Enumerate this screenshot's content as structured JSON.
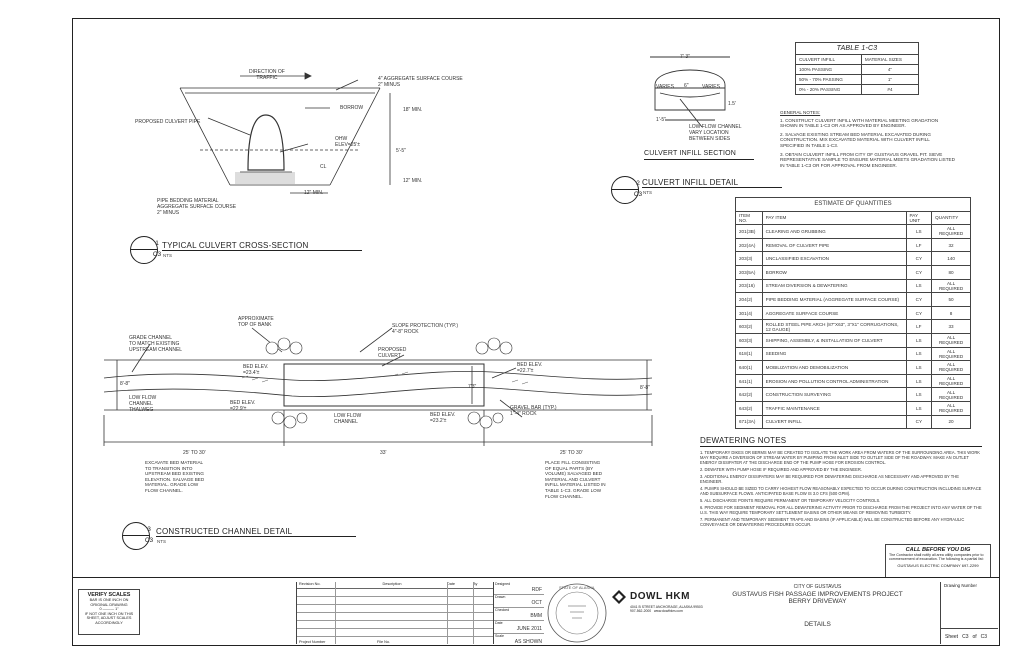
{
  "detail1": {
    "num": "1",
    "sheet": "C3",
    "title": "TYPICAL CULVERT CROSS-SECTION",
    "scale": "NTS",
    "labels": {
      "direction": "DIRECTION OF\nTRAFFIC",
      "aggregate": "4\" AGGREGATE SURFACE COURSE\n2\" MINUS",
      "borrow": "BORROW",
      "pipe": "PROPOSED CULVERT PIPE",
      "min18": "18\" MIN.",
      "dim55": "5'-5\"",
      "ohw": "OHW\nELEV=25'±",
      "cl": "CL",
      "min12": "12\" MIN.",
      "min12b": "12\" MIN.",
      "bedding": "PIPE BEDDING MATERIAL\nAGGREGATE SURFACE COURSE\n2\" MINUS"
    }
  },
  "detail2": {
    "num": "2",
    "sheet": "C3",
    "title": "CULVERT INFILL DETAIL",
    "scale": "NTS",
    "subtitle": "CULVERT INFILL SECTION",
    "labels": {
      "top": "7'-3\"",
      "varies1": "VARIES",
      "varies2": "VARIES",
      "mid": "6\"",
      "r": "1.5'",
      "bottom": "1'-5\"",
      "lowflow": "LOW FLOW CHANNEL\nVARY LOCATION\nBETWEEN SIDES"
    }
  },
  "table13": {
    "title": "TABLE 1-C3",
    "headers": [
      "CULVERT INFILL",
      "MATERIAL SIZES"
    ],
    "rows": [
      [
        "100% PASSING",
        "4\""
      ],
      [
        "50% - 70% PASSING",
        "1\""
      ],
      [
        "0% - 20% PASSING",
        "#4"
      ]
    ]
  },
  "general_notes": {
    "title": "GENERAL NOTES:",
    "items": [
      "1. CONSTRUCT CULVERT INFILL WITH MATERIAL MEETING GRADATION SHOWN IN TABLE 1-C3 OR AS APPROVED BY ENGINEER.",
      "2. SALVAGE EXISTING STREAM BED MATERIAL EXCAVATED DURING CONSTRUCTION. MIX EXCAVATED MATERIAL WITH CULVERT INFILL SPECIFIED IN TABLE 1-C3.",
      "3. OBTAIN CULVERT INFILL FROM CITY OF GUSTAVUS GRAVEL PIT. SIEVE REPRESENTATIVE SAMPLE TO ENSURE MATERIAL MEETS GRADATION LISTED IN TABLE 1-C3 OR FOR APPROVAL FROM ENGINEER."
    ]
  },
  "quantities": {
    "title": "ESTIMATE OF QUANTITIES",
    "headers": [
      "ITEM NO.",
      "PAY ITEM",
      "PAY UNIT",
      "QUANTITY"
    ],
    "rows": [
      [
        "201(3B)",
        "CLEARING AND GRUBBING",
        "LS",
        "ALL REQUIRED"
      ],
      [
        "202(4A)",
        "REMOVAL OF CULVERT PIPE",
        "LF",
        "32"
      ],
      [
        "203(3)",
        "UNCLASSIFIED EXCAVATION",
        "CY",
        "140"
      ],
      [
        "203(5A)",
        "BORROW",
        "CY",
        "80"
      ],
      [
        "203(16)",
        "STREAM DIVERSION & DEWATERING",
        "LS",
        "ALL REQUIRED"
      ],
      [
        "204(2)",
        "PIPE BEDDING MATERIAL (AGGREGATE SURFACE COURSE)",
        "CY",
        "50"
      ],
      [
        "301(4)",
        "AGGREGATE SURFACE COURSE",
        "CY",
        "8"
      ],
      [
        "603(2)",
        "ROLLED STEEL PIPE ARCH (87\"X63\", 3\"X1\" CORRUGATIONS, 12 GAUGE)",
        "LF",
        "33"
      ],
      [
        "603(3)",
        "SHIPPING, ASSEMBLY, & INSTALLATION OF CULVERT",
        "LS",
        "ALL REQUIRED"
      ],
      [
        "618(1)",
        "SEEDING",
        "LS",
        "ALL REQUIRED"
      ],
      [
        "640(1)",
        "MOBILIZATION AND DEMOBILIZATION",
        "LS",
        "ALL REQUIRED"
      ],
      [
        "641(1)",
        "EROSION AND POLLUTION CONTROL ADMINISTRATION",
        "LS",
        "ALL REQUIRED"
      ],
      [
        "642(2)",
        "CONSTRUCTION SURVEYING",
        "LS",
        "ALL REQUIRED"
      ],
      [
        "643(2)",
        "TRAFFIC MAINTENANCE",
        "LS",
        "ALL REQUIRED"
      ],
      [
        "671(3A)",
        "CULVERT INFILL",
        "CY",
        "20"
      ]
    ]
  },
  "dewatering": {
    "title": "DEWATERING NOTES",
    "items": [
      "1. TEMPORARY DIKES OR BERMS MAY BE CREATED TO ISOLATE THE WORK AREA FROM WATERS OF THE SURROUNDING AREA. THIS WORK MAY REQUIRE A DIVERSION OF STREAM WATER BY PUMPING FROM INLET SIDE TO OUTLET SIDE OF THE ROADWAY. MAKE AN OUTLET ENERGY DISSIPATER AT THE DISCHARGE END OF THE PUMP HOSE FOR EROSION CONTROL.",
      "2. DEWATER WITH PUMP HOSE IF REQUIRED AND APPROVED BY THE ENGINEER.",
      "3. ADDITIONAL ENERGY DISSIPATERS MAY BE REQUIRED FOR DEWATERING DISCHARGE AS NECESSARY AND APPROVED BY THE ENGINEER.",
      "4. PUMPS SHOULD BE SIZED TO CARRY HIGHEST FLOW REASONABLY EXPECTED TO OCCUR DURING CONSTRUCTION INCLUDING SURFACE AND SUBSURFACE FLOWS. ANTICIPATED BASE FLOW IS 3.0 CFS (500 GPM).",
      "5. ALL DISCHARGE POINTS REQUIRE PERMANENT OR TEMPORARY VELOCITY CONTROLS.",
      "6. PROVIDE FOR SEDIMENT REMOVAL FOR ALL DEWATERING ACTIVITY PRIOR TO DISCHARGE FROM THE PROJECT INTO ANY WATER OF THE U.S. THIS WAY REQUIRE TEMPORARY SETTLEMENT BASINS OR OTHER MEANS OF REMOVING TURBIDITY.",
      "7. PERMANENT AND TEMPORARY SEDIMENT TRAPS AND BASINS (IF APPLICABLE) WILL BE CONSTRUCTED BEFORE ANY HYDRAULIC CONVEYANCE OR DEWATERING PROCEDURES OCCUR."
    ]
  },
  "call_box": {
    "title": "CALL BEFORE YOU DIG",
    "text": "The Contractor shall notify all area utility companies prior to commencement of excavation. The following is a partial list:",
    "company": "GUSTAVUS ELECTRIC COMPANY 697-2299"
  },
  "detail3": {
    "num": "3",
    "sheet": "C3",
    "title": "CONSTRUCTED CHANNEL DETAIL",
    "scale": "NTS",
    "labels": {
      "grade": "GRADE CHANNEL\nTO MATCH EXISTING\nUPSTREAM CHANNEL",
      "topbank": "APPROXIMATE\nTOP OF BANK",
      "slope": "SLOPE PROTECTION (TYP.)\n4\"-8\" ROCK",
      "proposed": "PROPOSED\nCULVERT",
      "bed1": "BED ELEV.\n=23.4'±",
      "bed2": "BED ELEV.\n=22.9'±",
      "bed3": "BED ELEV.\n=22.7'±",
      "bed4": "BED ELEV.\n=23.2'±",
      "w8a": "8'-8\"",
      "w8b": "8'-8\"",
      "w73": "7'3\"",
      "lowflow": "LOW FLOW\nCHANNEL\nTHALWEG",
      "lowflow2": "LOW FLOW\nCHANNEL",
      "gravel": "GRAVEL BAR (TYP.)\n1\"-4\" ROCK",
      "d1": "25' TO 30'",
      "d2": "33'",
      "d3": "25' TO 30'",
      "note_left": "EXCAVATE BED MATERIAL TO TRANSITION INTO UPSTREAM BED EXISTING ELEVATION. SALVAGE BED MATERIAL. GRADE LOW FLOW CHANNEL.",
      "note_right": "PLACE FILL CONSISTING OF EQUAL PARTS (BY VOLUME) SALVAGED BED MATERIAL AND CULVERT INFILL MATERIAL LISTED IN TABLE 1-C3. GRADE LOW FLOW CHANNEL."
    }
  },
  "title_block": {
    "scales_title": "VERIFY SCALES",
    "scales_text": "BAR IS ONE INCH ON ORIGINAL DRAWING\n0 ——— 1\"\nIF NOT ONE INCH ON THIS SHEET, ADJUST SCALES ACCORDINGLY",
    "rev_headers": [
      "Revision No.",
      "Description",
      "Date",
      "By"
    ],
    "fields": [
      {
        "label": "Designed",
        "value": "RDF"
      },
      {
        "label": "Drawn",
        "value": "OCT"
      },
      {
        "label": "Checked",
        "value": "BMM"
      },
      {
        "label": "Date",
        "value": "JUNE 2011"
      },
      {
        "label": "Scale",
        "value": "AS SHOWN"
      }
    ],
    "proj_no": "Project Number",
    "file_no": "File No.",
    "seal": "STATE OF ALASKA",
    "firm": "DOWL HKM",
    "firm_addr": "4041 B STREET ANCHORAGE, ALASKA 99503\n907-562-2000   www.dowlhkm.com",
    "client": "CITY OF GUSTAVUS",
    "project": "GUSTAVUS FISH PASSAGE IMPROVEMENTS PROJECT",
    "location": "BERRY DRIVEWAY",
    "sheet_title": "DETAILS",
    "drawing_number": "Drawing Number",
    "sheet_label": "Sheet",
    "sheet": "C3",
    "of": "of",
    "total": "C3"
  }
}
